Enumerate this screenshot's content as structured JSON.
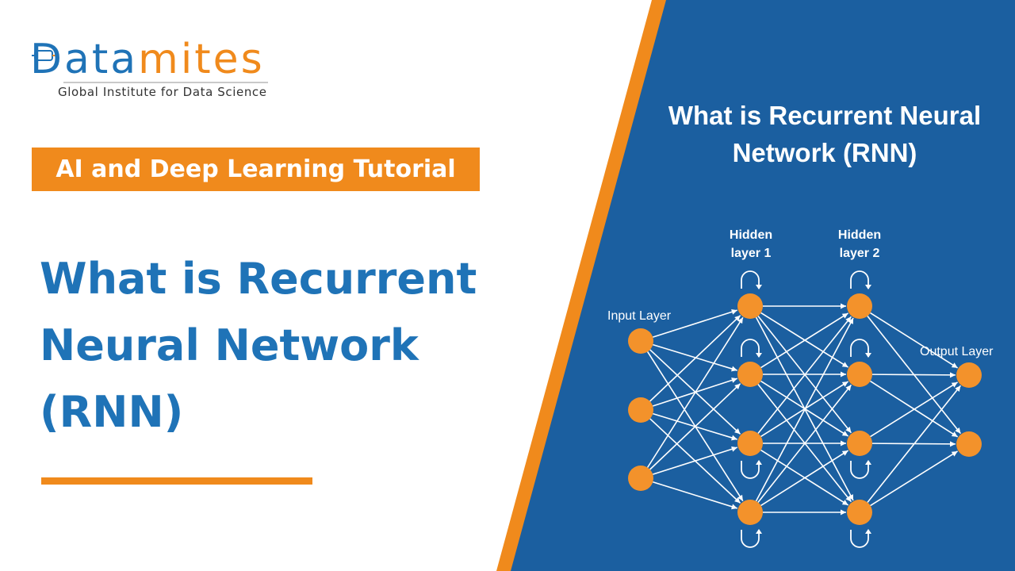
{
  "logo": {
    "wordmark_blue": "Data",
    "wordmark_orange": "mites",
    "tagline": "Global Institute for Data Science"
  },
  "tutorial_badge": "AI and Deep Learning Tutorial",
  "main_title": "What is Recurrent\nNeural Network\n(RNN)",
  "panel_title": "What is Recurrent Neural\nNetwork (RNN)",
  "network": {
    "input_label": "Input Layer",
    "hidden1_label": "Hidden\nlayer 1",
    "hidden2_label": "Hidden\nlayer 2",
    "output_label": "Output Layer",
    "layers": [
      {
        "name": "input",
        "nodes": 3
      },
      {
        "name": "hidden-1",
        "nodes": 4
      },
      {
        "name": "hidden-2",
        "nodes": 4
      },
      {
        "name": "output",
        "nodes": 2
      }
    ],
    "recurrent_loops": "hidden layers"
  },
  "colors": {
    "brand_blue": "#1f73b7",
    "panel_blue": "#1b5fa0",
    "accent_orange": "#f08a1c",
    "node_orange": "#f3922b",
    "white": "#ffffff"
  }
}
